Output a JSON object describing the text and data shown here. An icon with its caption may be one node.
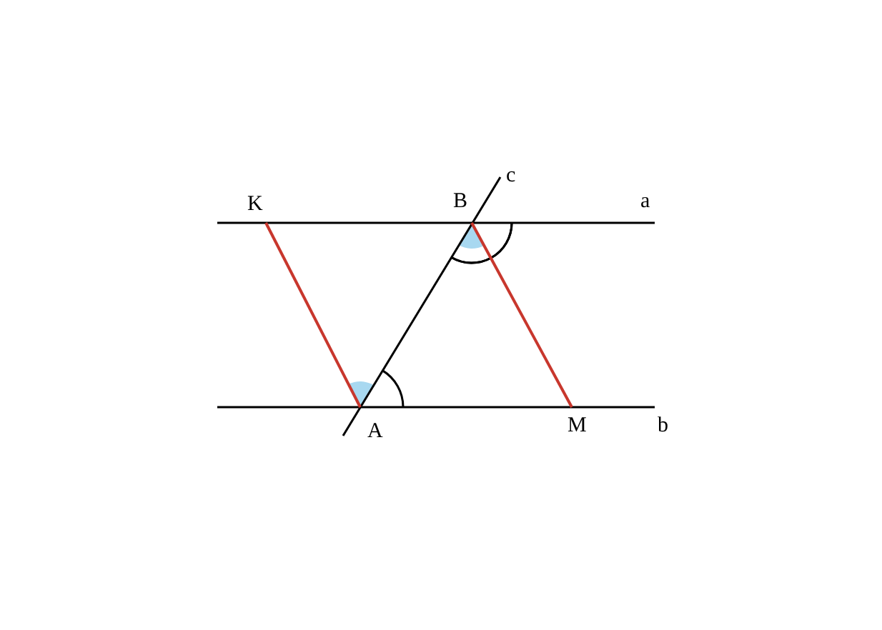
{
  "diagram": {
    "labels": [
      "K",
      "B",
      "c",
      "a",
      "A",
      "M",
      "b"
    ]
  }
}
